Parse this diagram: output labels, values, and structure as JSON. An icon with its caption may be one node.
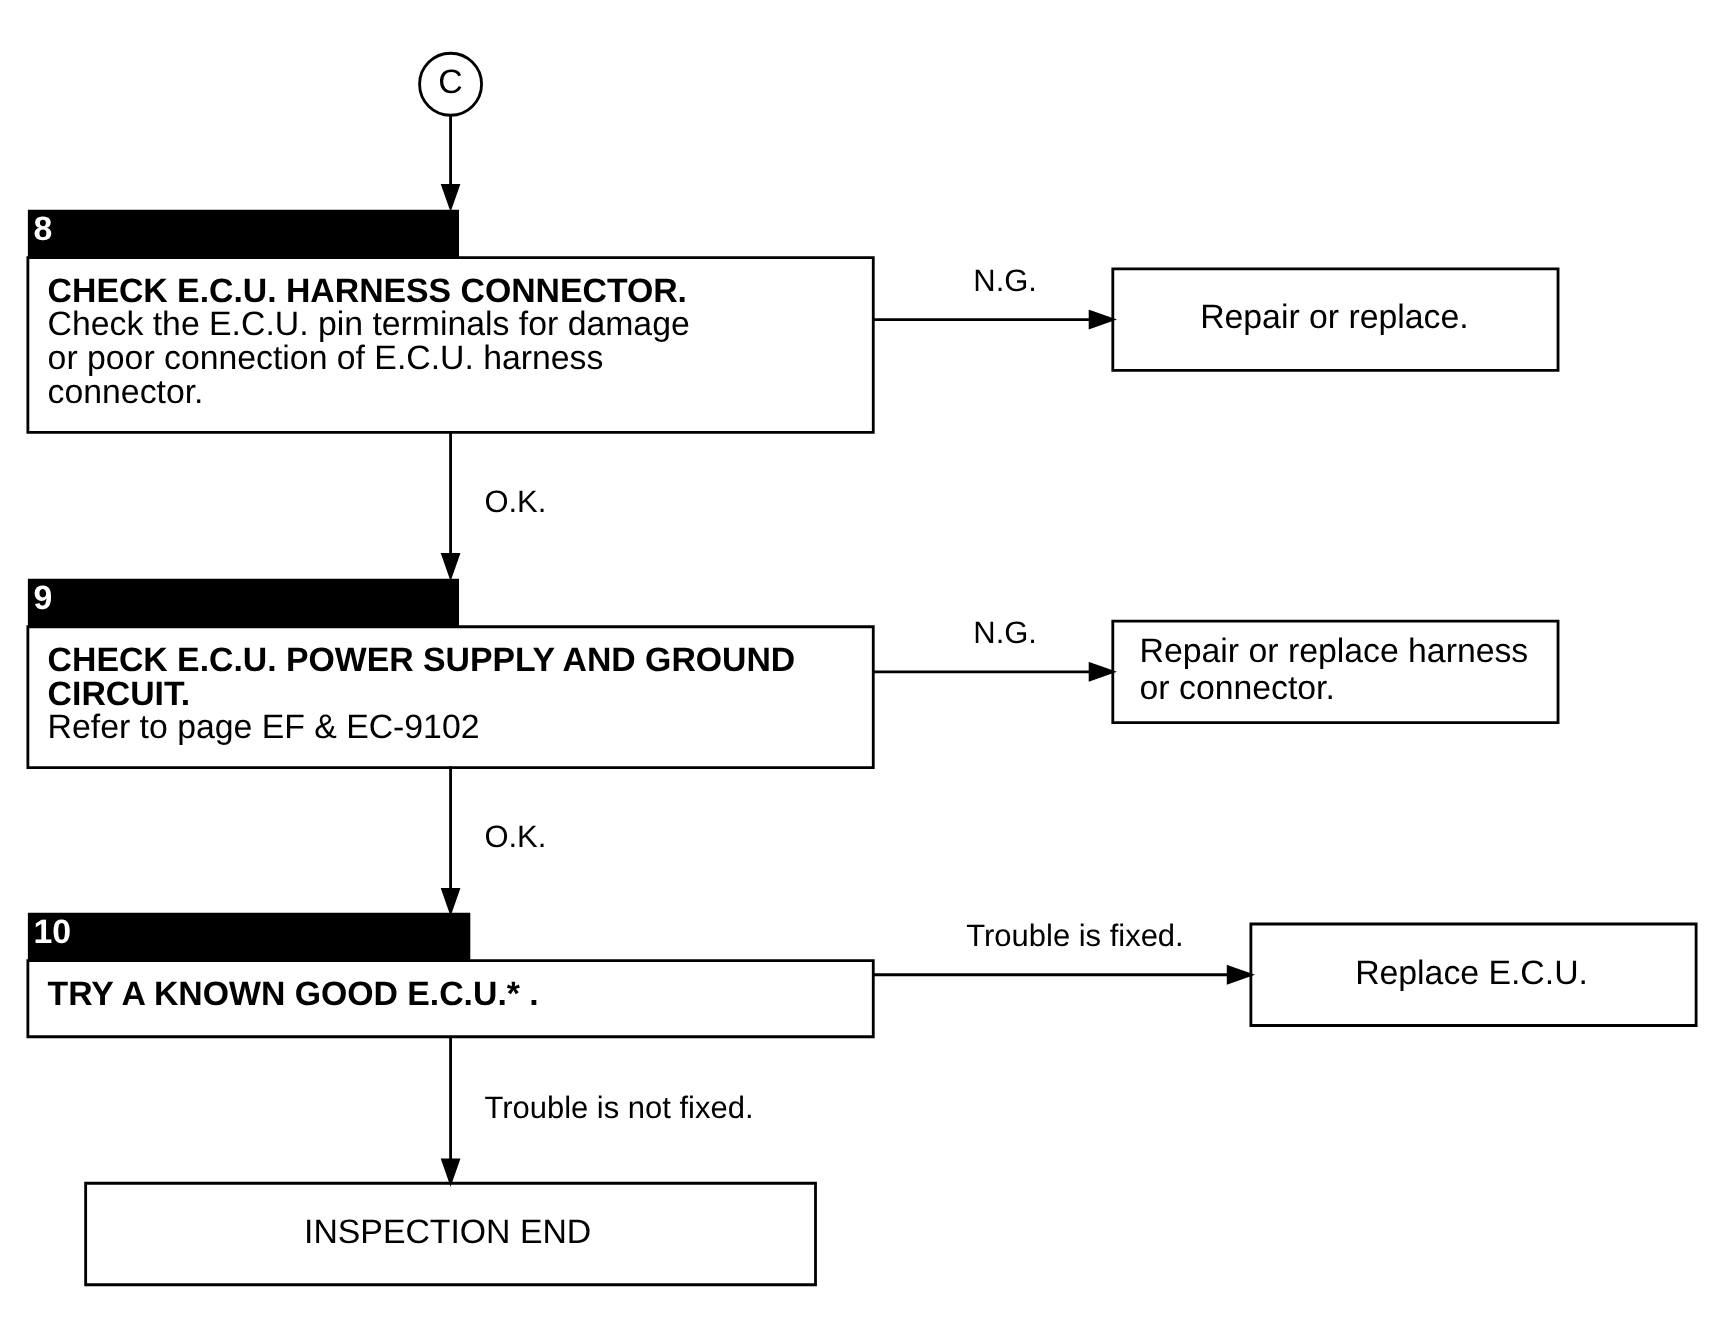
{
  "diagram": {
    "nodes": [
      {
        "text": [
          "C"
        ]
      },
      {
        "text": [
          "8",
          "CHECK E.C.U. HARNESS CONNECTOR.",
          "Check the E.C.U. pin terminals for damage or poor connection of E.C.U. harness connector."
        ]
      },
      {
        "text": [
          "Repair or replace."
        ]
      },
      {
        "text": [
          "9",
          "CHECK E.C.U. POWER SUPPLY AND GROUND CIRCUIT.",
          "Refer to page EF & EC-9102"
        ]
      },
      {
        "text": [
          "Repair or replace harness or connector."
        ]
      },
      {
        "text": [
          "10",
          "TRY A KNOWN GOOD E.C.U.* ."
        ]
      },
      {
        "text": [
          "Replace E.C.U."
        ]
      },
      {
        "text": [
          "INSPECTION END"
        ]
      }
    ],
    "edges": [
      {
        "from": 0,
        "to": 1,
        "arrow": "to"
      },
      {
        "from": 1,
        "to": 2,
        "arrow": "to",
        "label": "N.G."
      },
      {
        "from": 1,
        "to": 3,
        "arrow": "to",
        "label": "O.K."
      },
      {
        "from": 3,
        "to": 4,
        "arrow": "to",
        "label": "N.G."
      },
      {
        "from": 3,
        "to": 5,
        "arrow": "to",
        "label": "O.K."
      },
      {
        "from": 5,
        "to": 6,
        "arrow": "to",
        "label": "Trouble is fixed."
      },
      {
        "from": 5,
        "to": 7,
        "arrow": "to",
        "label": "Trouble is not fixed."
      }
    ]
  }
}
